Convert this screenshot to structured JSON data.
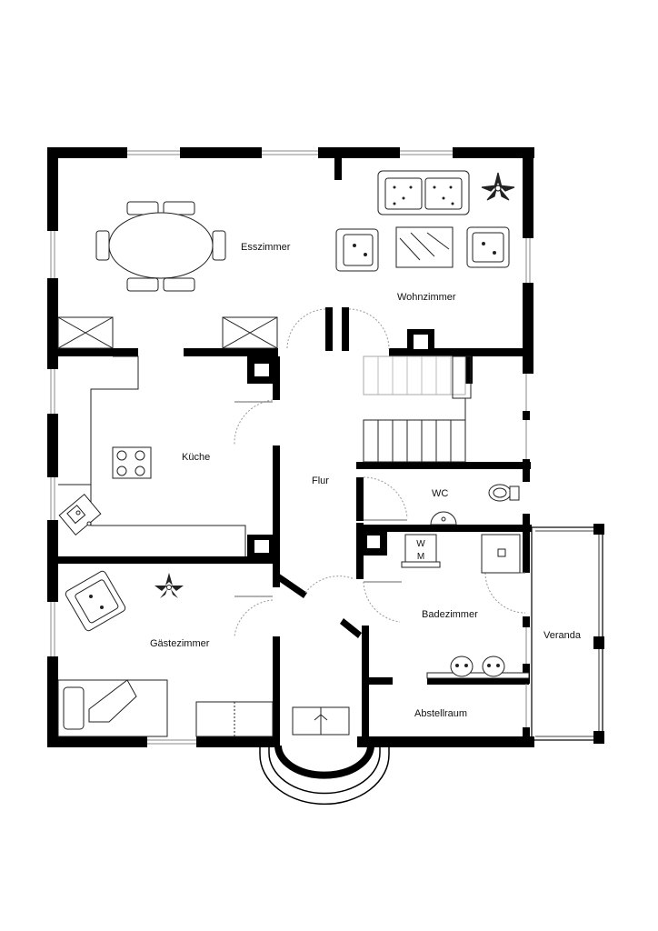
{
  "plan": {
    "rooms": [
      {
        "id": "esszimmer",
        "label": "Esszimmer"
      },
      {
        "id": "wohnzimmer",
        "label": "Wohnzimmer"
      },
      {
        "id": "kueche",
        "label": "Küche"
      },
      {
        "id": "flur",
        "label": "Flur"
      },
      {
        "id": "wc",
        "label": "WC"
      },
      {
        "id": "gaestezimmer",
        "label": "Gästezimmer"
      },
      {
        "id": "badezimmer",
        "label": "Badezimmer"
      },
      {
        "id": "veranda",
        "label": "Veranda"
      },
      {
        "id": "abstellraum",
        "label": "Abstellraum"
      }
    ],
    "washing_machine": {
      "line1": "W",
      "line2": "M"
    },
    "colors": {
      "wall": "#000000",
      "line": "#222222",
      "window": "#888888",
      "door_arc": "#999999"
    }
  }
}
